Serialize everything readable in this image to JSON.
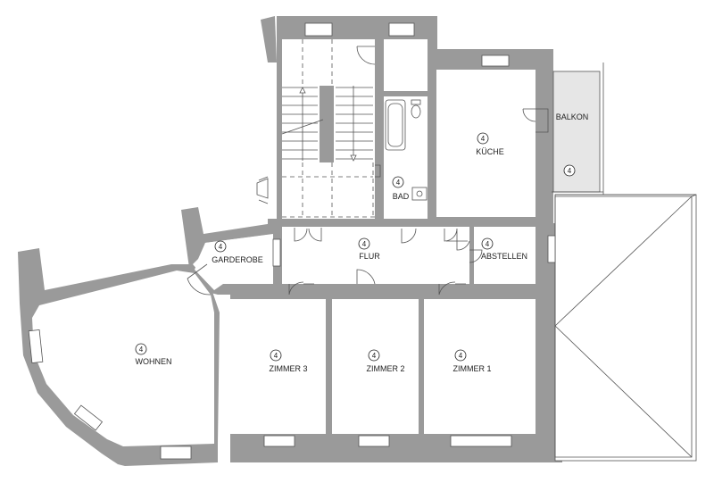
{
  "rooms": [
    {
      "id": "kueche",
      "name": "KÜCHE",
      "number": "4"
    },
    {
      "id": "bad",
      "name": "BAD",
      "number": "4"
    },
    {
      "id": "balkon",
      "name": "BALKON",
      "number": "4"
    },
    {
      "id": "garderobe",
      "name": "GARDEROBE",
      "number": "4"
    },
    {
      "id": "flur",
      "name": "FLUR",
      "number": "4"
    },
    {
      "id": "abstellen",
      "name": "ABSTELLEN",
      "number": "4"
    },
    {
      "id": "wohnen",
      "name": "WOHNEN",
      "number": "4"
    },
    {
      "id": "zimmer3",
      "name": "ZIMMER 3",
      "number": "4"
    },
    {
      "id": "zimmer2",
      "name": "ZIMMER 2",
      "number": "4"
    },
    {
      "id": "zimmer1",
      "name": "ZIMMER 1",
      "number": "4"
    }
  ]
}
